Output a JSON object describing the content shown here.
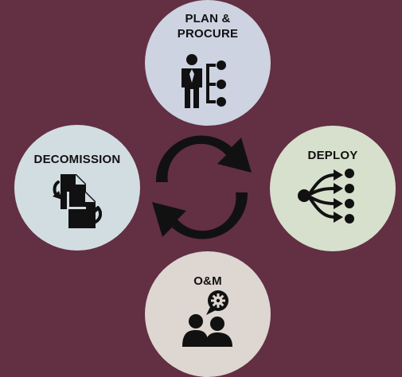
{
  "colors": {
    "background": "#622f43",
    "plan": "#cdd3e1",
    "deploy": "#d7e0cc",
    "om": "#ddd6d1",
    "decommission": "#d2dde2",
    "icon": "#111111"
  },
  "center": {
    "icon": "cycle-arrows-icon"
  },
  "nodes": [
    {
      "id": "plan",
      "label_lines": [
        "PLAN &",
        "PROCURE"
      ],
      "icon": "person-hierarchy-icon"
    },
    {
      "id": "deploy",
      "label_lines": [
        "DEPLOY"
      ],
      "icon": "distribution-flow-icon"
    },
    {
      "id": "om",
      "label_lines": [
        "O&M"
      ],
      "icon": "team-support-gear-icon"
    },
    {
      "id": "decommission",
      "label_lines": [
        "DECOMISSION"
      ],
      "icon": "file-transfer-icon"
    }
  ]
}
